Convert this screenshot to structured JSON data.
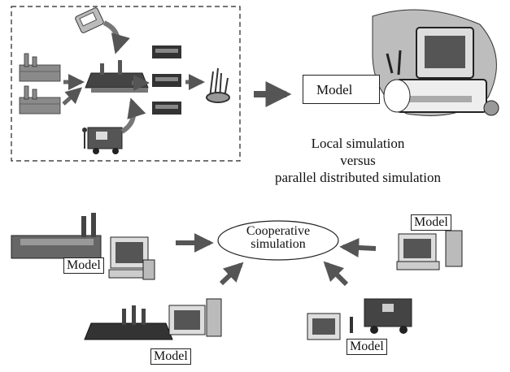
{
  "top_right_model_label": "Model",
  "caption": {
    "line1": "Local simulation",
    "line2": "versus",
    "line3": "parallel distributed simulation"
  },
  "center_label": {
    "line1": "Cooperative",
    "line2": "simulation"
  },
  "factory_left_label": "Model",
  "computer_right_label": "Model",
  "plant_bottom_label": "Model",
  "truck_bottom_label": "Model",
  "colors": {
    "arrow": "#555555",
    "line": "#222222"
  }
}
